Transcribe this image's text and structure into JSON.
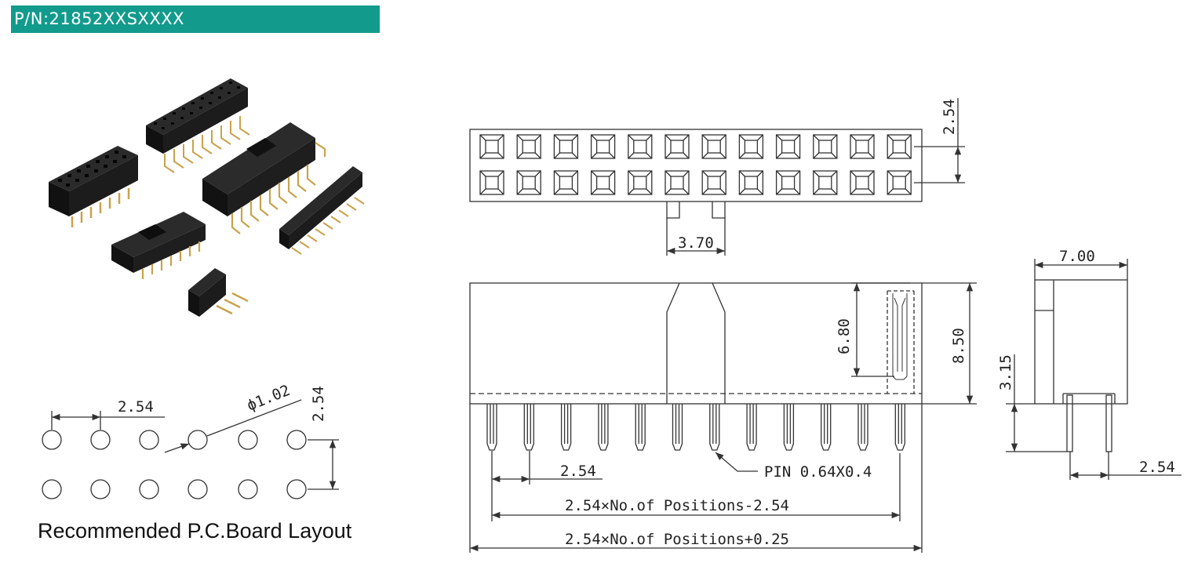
{
  "header": {
    "part_number": "P/N:21852XXSXXXX",
    "color": "#129b8c"
  },
  "pcb_layout": {
    "caption": "Recommended P.C.Board Layout",
    "pitch_x": "2.54",
    "hole_diameter": "ϕ1.02",
    "pitch_y": "2.54"
  },
  "top_view": {
    "row_pitch": "2.54",
    "key_width": "3.70"
  },
  "front_view": {
    "body_height": "8.50",
    "socket_depth": "6.80",
    "pin_pitch": "2.54",
    "pin_size": "PIN 0.64X0.4",
    "pin_span_formula": "2.54×No.of Positions-2.54",
    "overall_length_formula": "2.54×No.of Positions+0.25"
  },
  "side_view": {
    "body_width": "7.00",
    "pin_length": "3.15",
    "pin_pitch": "2.54"
  },
  "colors": {
    "line": "#333333",
    "connector_body": "#1b1b1b",
    "pin_gold": "#c9a24a"
  }
}
